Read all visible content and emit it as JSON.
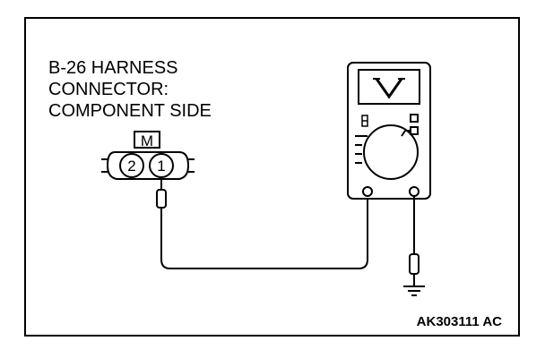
{
  "connector_label": {
    "line1": "B-26 HARNESS",
    "line2": "CONNECTOR:",
    "line3": "COMPONENT SIDE"
  },
  "connector": {
    "key_mark": "M",
    "pin_left": "2",
    "pin_right": "1"
  },
  "figure_code": "AK303111 AC",
  "icons": {
    "meter_display": "voltage-v-symbol",
    "ground": "ground-symbol"
  }
}
